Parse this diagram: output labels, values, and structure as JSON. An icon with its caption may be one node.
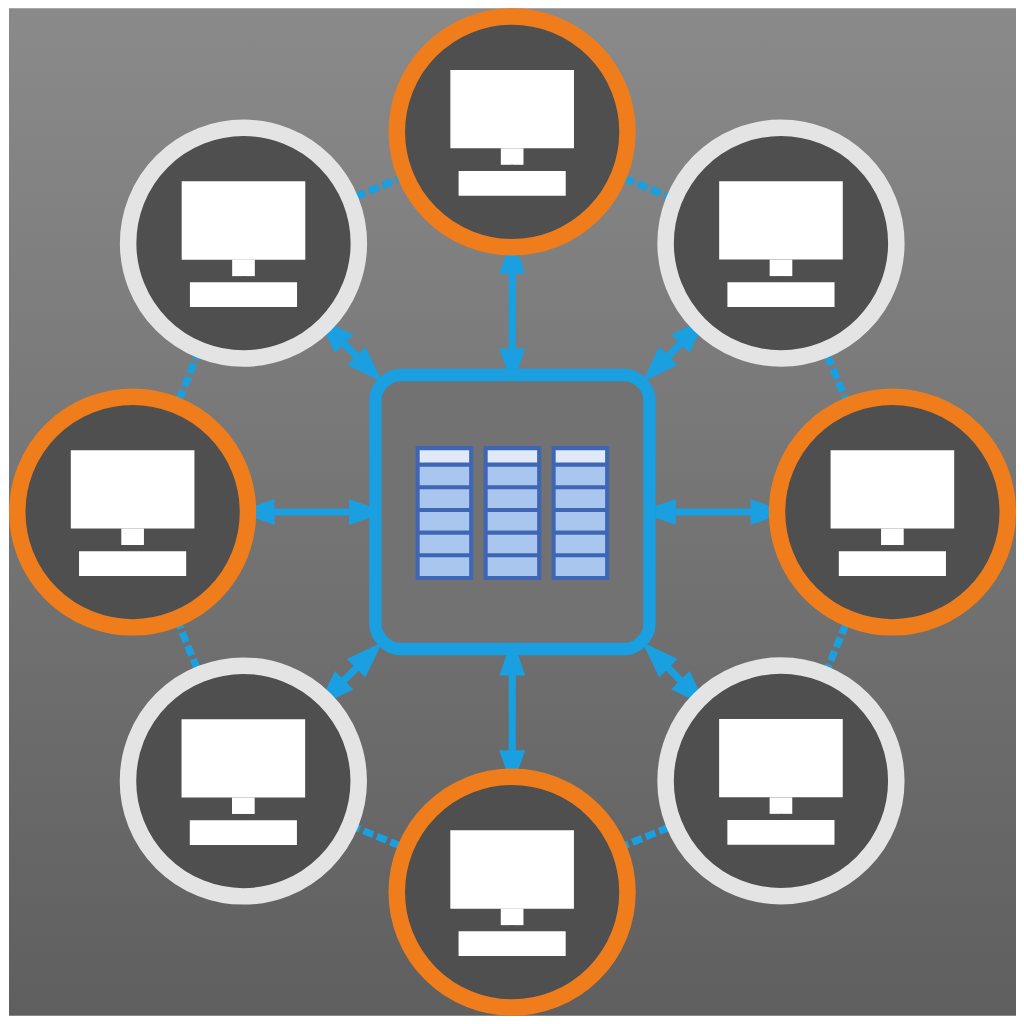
{
  "diagram": {
    "nodes": [
      {
        "text": [],
        "shape": "circle"
      },
      {
        "text": [],
        "shape": "circle"
      },
      {
        "text": [],
        "shape": "circle"
      },
      {
        "text": [],
        "shape": "circle"
      },
      {
        "text": [],
        "shape": "box"
      },
      {
        "text": [],
        "shape": "circle"
      },
      {
        "text": [],
        "shape": "circle"
      },
      {
        "text": [],
        "shape": "circle"
      },
      {
        "text": [],
        "shape": "circle"
      }
    ],
    "edges": [
      {
        "from": 4,
        "to": 5,
        "arrow": "both"
      },
      {
        "from": 4,
        "to": 7,
        "arrow": "both"
      },
      {
        "from": 4,
        "to": 8,
        "arrow": "both"
      },
      {
        "from": 4,
        "to": 6,
        "arrow": "both"
      },
      {
        "from": 4,
        "to": 3,
        "arrow": "both"
      },
      {
        "from": 4,
        "to": 1,
        "arrow": "both"
      },
      {
        "from": 4,
        "to": 0,
        "arrow": "both"
      },
      {
        "from": 4,
        "to": 2,
        "arrow": "both"
      },
      {
        "from": 0,
        "to": 2,
        "arrow": "none",
        "style": "dashed"
      },
      {
        "from": 2,
        "to": 5,
        "arrow": "none",
        "style": "dashed"
      },
      {
        "from": 5,
        "to": 7,
        "arrow": "none",
        "style": "dashed"
      },
      {
        "from": 7,
        "to": 8,
        "arrow": "none",
        "style": "dashed"
      },
      {
        "from": 8,
        "to": 6,
        "arrow": "none",
        "style": "dashed"
      },
      {
        "from": 6,
        "to": 3,
        "arrow": "none",
        "style": "dashed"
      },
      {
        "from": 3,
        "to": 1,
        "arrow": "none",
        "style": "dashed"
      },
      {
        "from": 1,
        "to": 0,
        "arrow": "none",
        "style": "dashed"
      }
    ]
  }
}
